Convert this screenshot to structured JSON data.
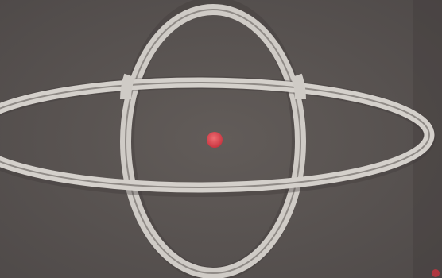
{
  "scene": {
    "background_color": "#5b5654",
    "ring_color": "#cfcbc6",
    "ring_shadow_color": "#3e3a39",
    "center_dot_color": "#d9414a",
    "shapes": [
      {
        "name": "horizontal-ellipse-ring"
      },
      {
        "name": "vertical-ellipse-ring"
      },
      {
        "name": "center-dot"
      }
    ]
  }
}
